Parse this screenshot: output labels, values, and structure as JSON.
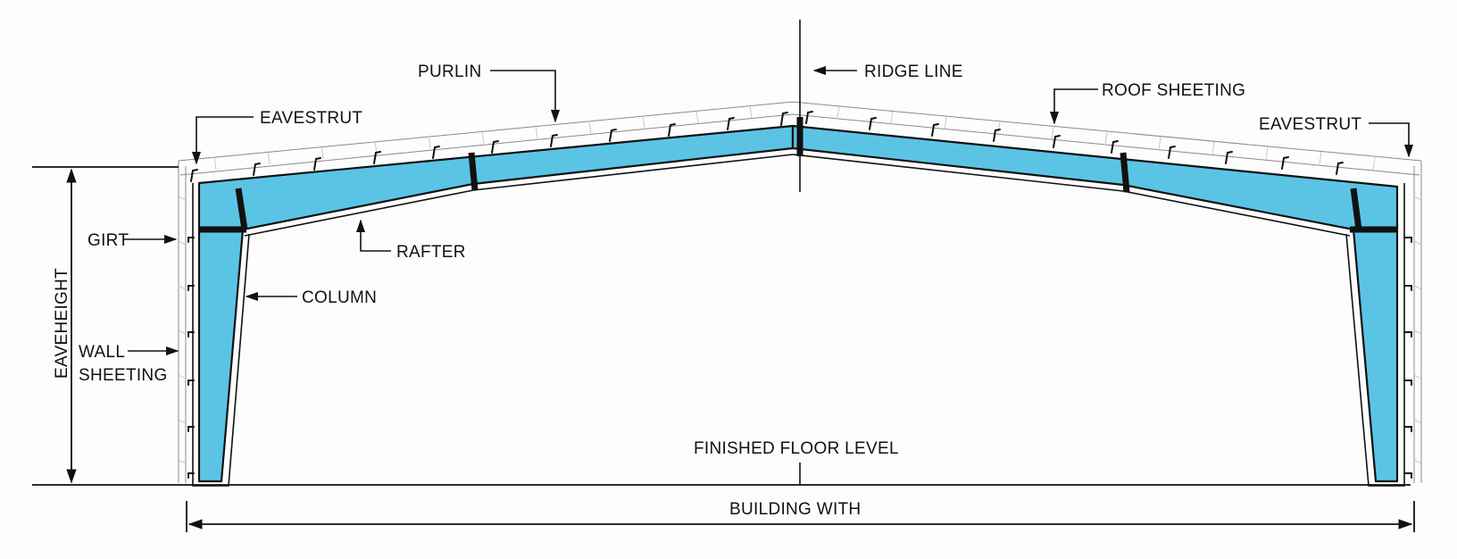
{
  "labels": {
    "purlin": "PURLIN",
    "ridge_line": "RIDGE LINE",
    "roof_sheeting": "ROOF SHEETING",
    "eavestrut_left": "EAVESTRUT",
    "eavestrut_right": "EAVESTRUT",
    "girt": "GIRT",
    "rafter": "RAFTER",
    "column": "COLUMN",
    "wall_sheeting_line1": "WALL",
    "wall_sheeting_line2": "SHEETING",
    "eave_height": "EAVEHEIGHT",
    "finished_floor_level": "FINISHED FLOOR LEVEL",
    "building_width": "BUILDING WITH"
  },
  "colors": {
    "steel_member_fill": "#5bc4e5",
    "line": "#111111",
    "sheeting": "#8a8a8a",
    "background": "#fdfdfd"
  }
}
